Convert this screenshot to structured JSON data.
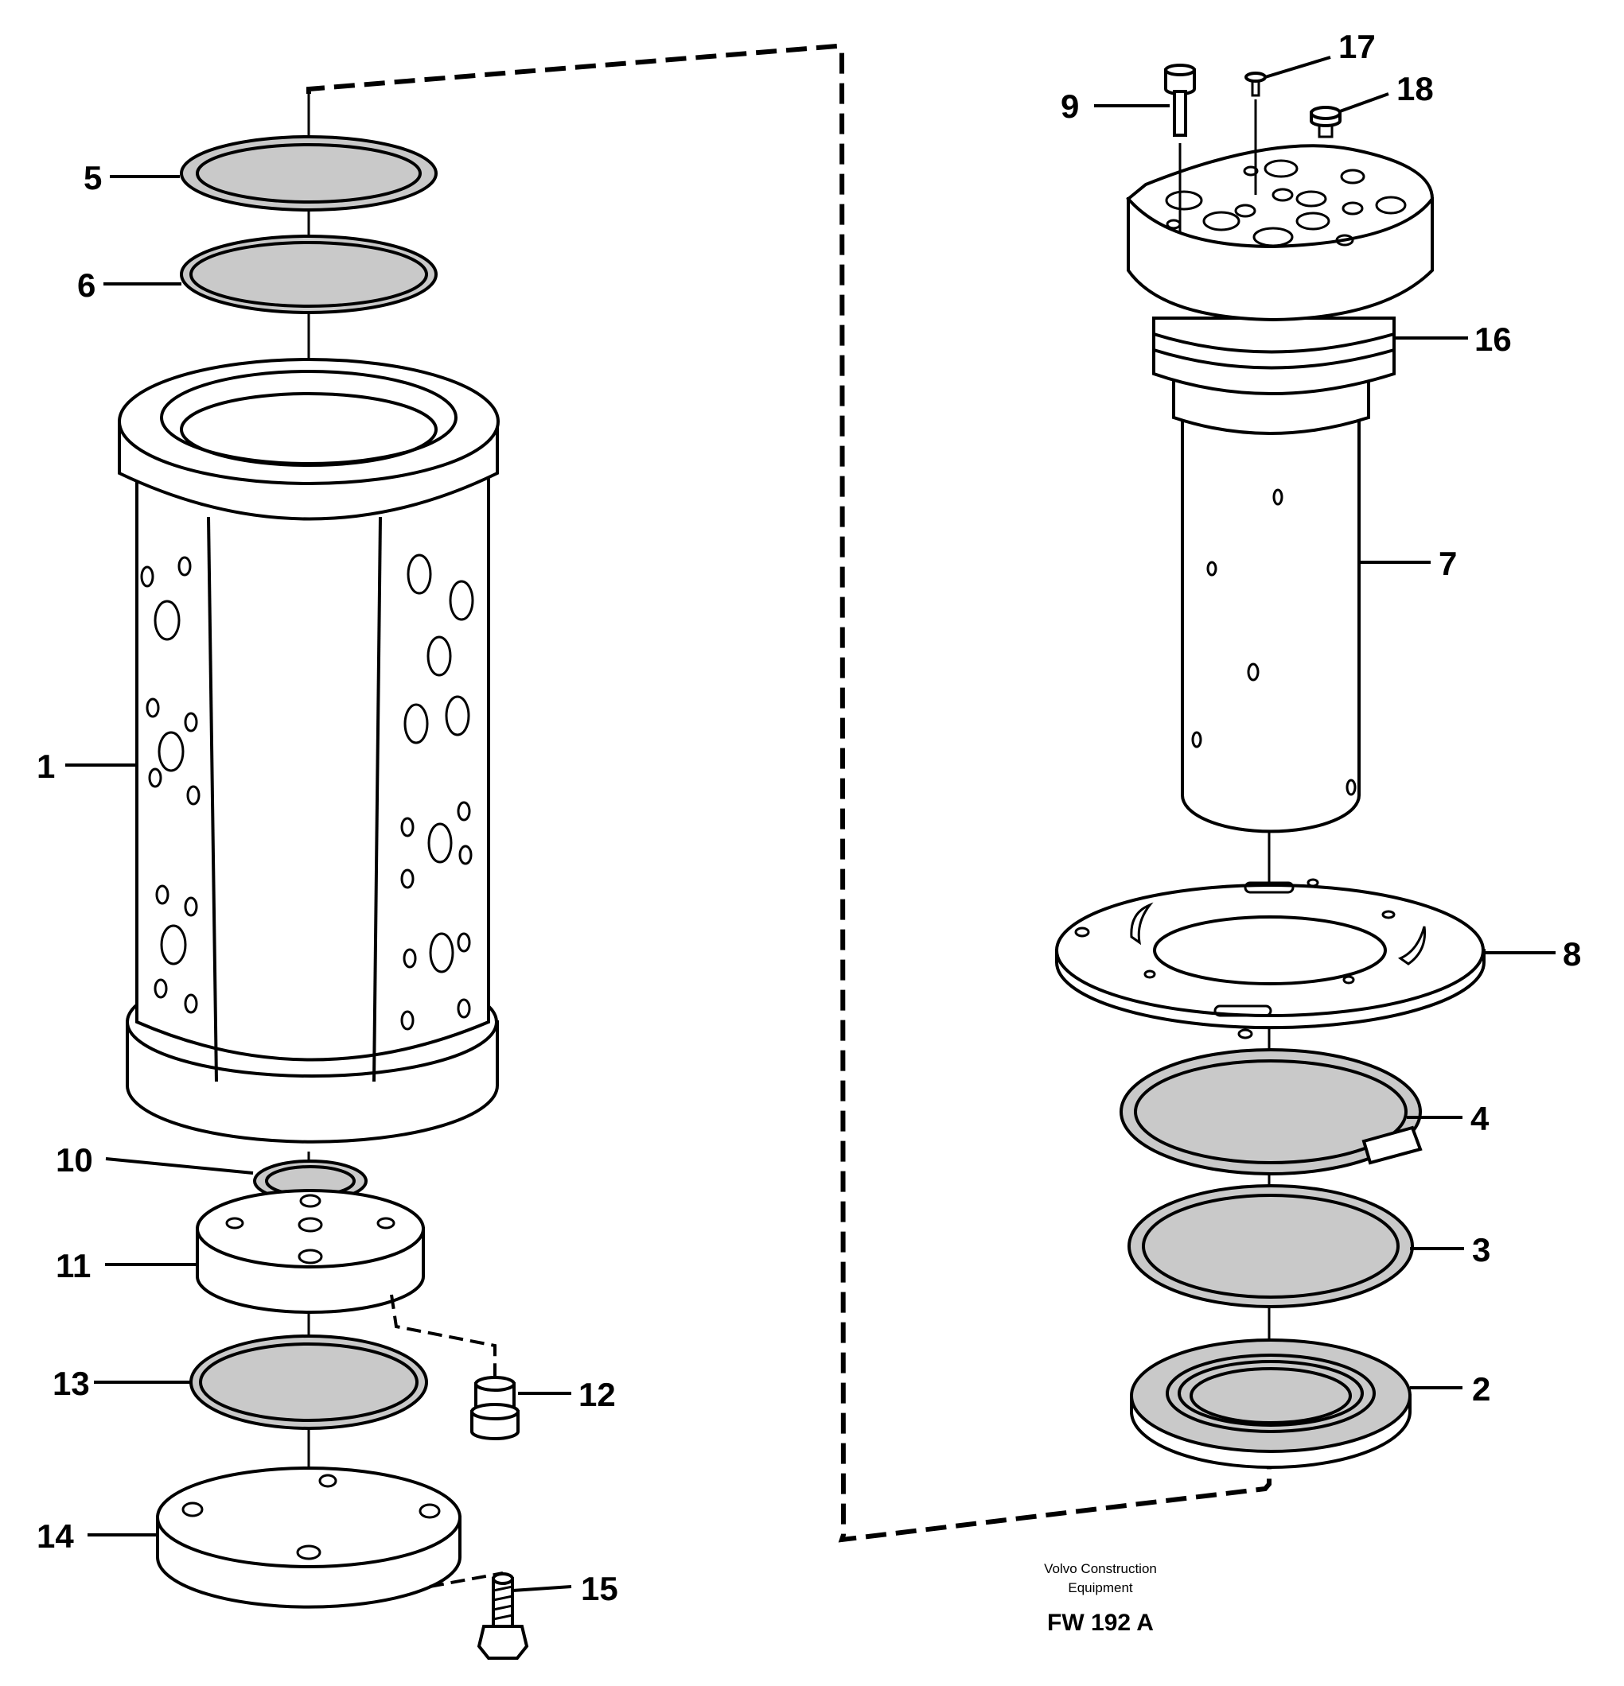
{
  "callouts": {
    "p1": "1",
    "p2": "2",
    "p3": "3",
    "p4": "4",
    "p5": "5",
    "p6": "6",
    "p7": "7",
    "p8": "8",
    "p9": "9",
    "p10": "10",
    "p11": "11",
    "p12": "12",
    "p13": "13",
    "p14": "14",
    "p15": "15",
    "p16": "16",
    "p17": "17",
    "p18": "18"
  },
  "credit": {
    "line1": "Volvo Construction",
    "line2": "Equipment",
    "code": "FW 192 A"
  }
}
